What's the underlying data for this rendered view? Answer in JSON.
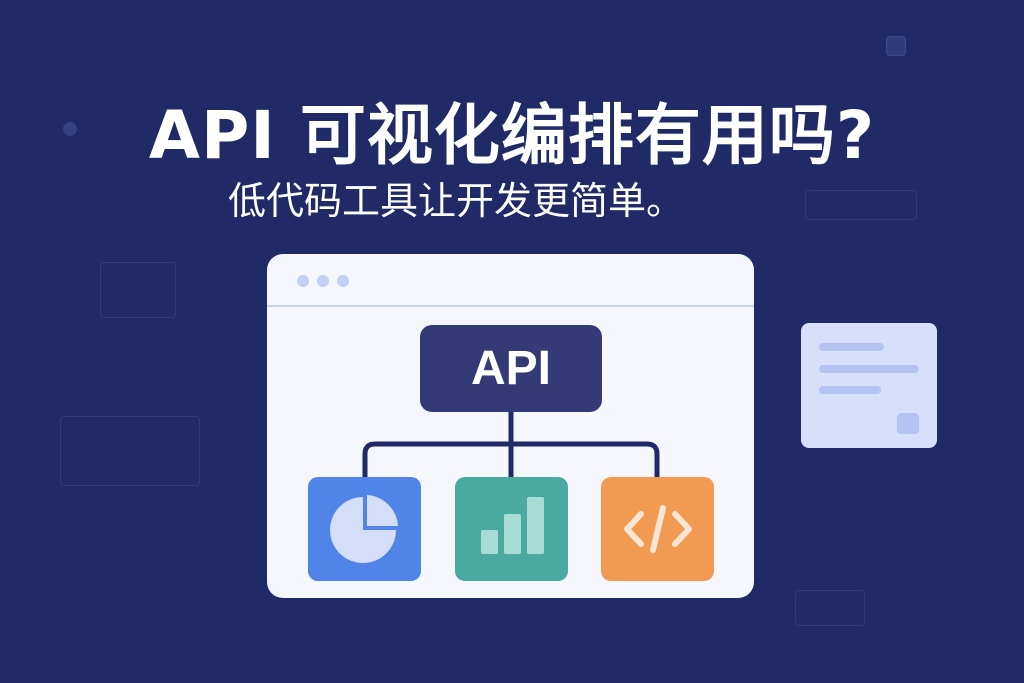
{
  "title": "API 可视化编排有用吗?",
  "subtitle": "低代码工具让开发更简单。",
  "diagram": {
    "root_label": "API",
    "children": [
      {
        "icon": "pie-chart-icon",
        "color": "#5084e8"
      },
      {
        "icon": "bar-chart-icon",
        "color": "#4aa9a0"
      },
      {
        "icon": "code-icon",
        "color": "#f09a52"
      }
    ]
  },
  "colors": {
    "background": "#1f2a66",
    "window": "#f5f7fd",
    "api_box": "#333a76"
  }
}
